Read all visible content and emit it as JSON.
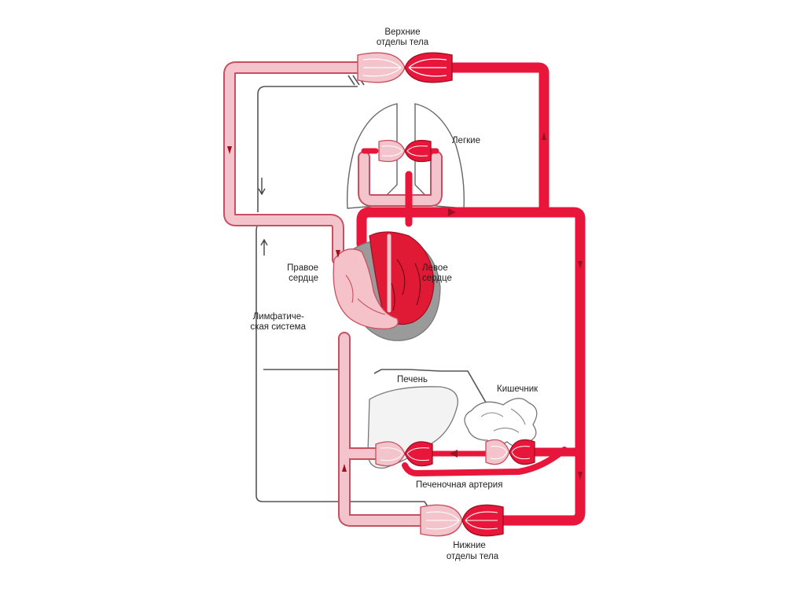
{
  "labels": {
    "upper_body": [
      "Верхние",
      "отделы тела"
    ],
    "lungs": "Легкие",
    "right_heart": [
      "Правое",
      "сердце"
    ],
    "left_heart": [
      "Левое",
      "сердце"
    ],
    "lymphatic": [
      "Лимфатиче-",
      "ская система"
    ],
    "liver": "Печень",
    "intestine": "Кишечник",
    "hepatic_artery": "Печеночная артерия",
    "lower_body": [
      "Нижние",
      "отделы тела"
    ]
  },
  "colors": {
    "arterial": "#e8163a",
    "arterial_dark": "#9e1020",
    "venous": "#f4c4cc",
    "venous_edge": "#c65060",
    "lymph": "#555555",
    "organ_outline": "#666666",
    "heart_left": "#e01a35",
    "heart_right": "#f6c2ca",
    "heart_septum": "#9a9a9a"
  }
}
